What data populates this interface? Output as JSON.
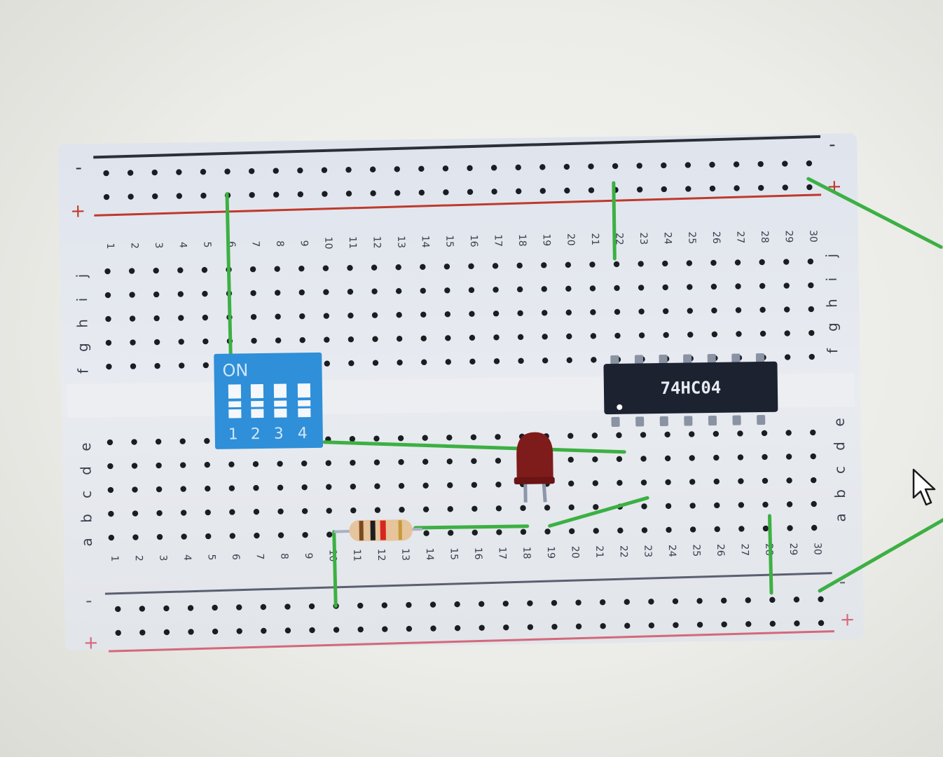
{
  "board": {
    "rail_minus": "-",
    "rail_plus": "+",
    "rows_top": [
      "j",
      "i",
      "h",
      "g",
      "f"
    ],
    "rows_bottom": [
      "e",
      "d",
      "c",
      "b",
      "a"
    ],
    "columns": [
      "1",
      "2",
      "3",
      "4",
      "5",
      "6",
      "7",
      "8",
      "9",
      "10",
      "11",
      "12",
      "13",
      "14",
      "15",
      "16",
      "17",
      "18",
      "19",
      "20",
      "21",
      "22",
      "23",
      "24",
      "25",
      "26",
      "27",
      "28",
      "29",
      "30"
    ]
  },
  "dip_switch": {
    "on_label": "ON",
    "numbers": [
      "1",
      "2",
      "3",
      "4"
    ]
  },
  "chip": {
    "label": "74HC04"
  },
  "colors": {
    "board": "#e3e7ee",
    "wire": "#3cb043",
    "dip": "#2f8fd8",
    "chip": "#1c2230",
    "led": "#7e1b1b",
    "rail_red": "#c0392b",
    "rail_dark": "#2a2f38"
  }
}
